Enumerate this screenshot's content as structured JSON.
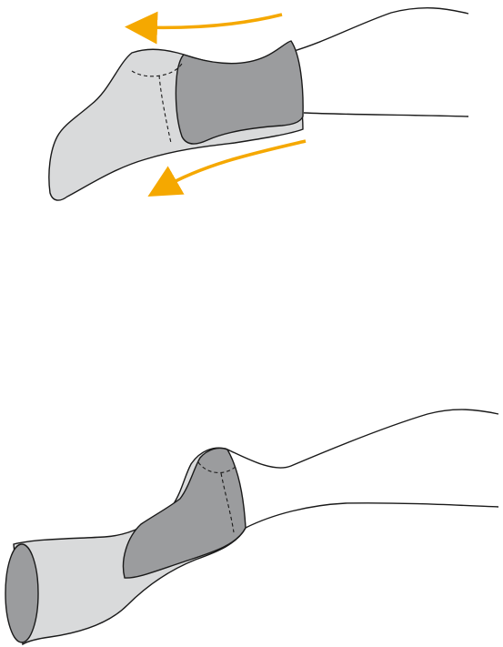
{
  "colors": {
    "background": "#ffffff",
    "outline": "#1a1a1a",
    "light_fill": "#d9dadb",
    "dark_fill": "#9b9c9e",
    "arrow": "#f5a800"
  },
  "panels": [
    {
      "name": "top-panel",
      "arrows": [
        "arrow-left-upper",
        "arrow-left-lower"
      ]
    },
    {
      "name": "bottom-panel",
      "arrows": []
    }
  ]
}
